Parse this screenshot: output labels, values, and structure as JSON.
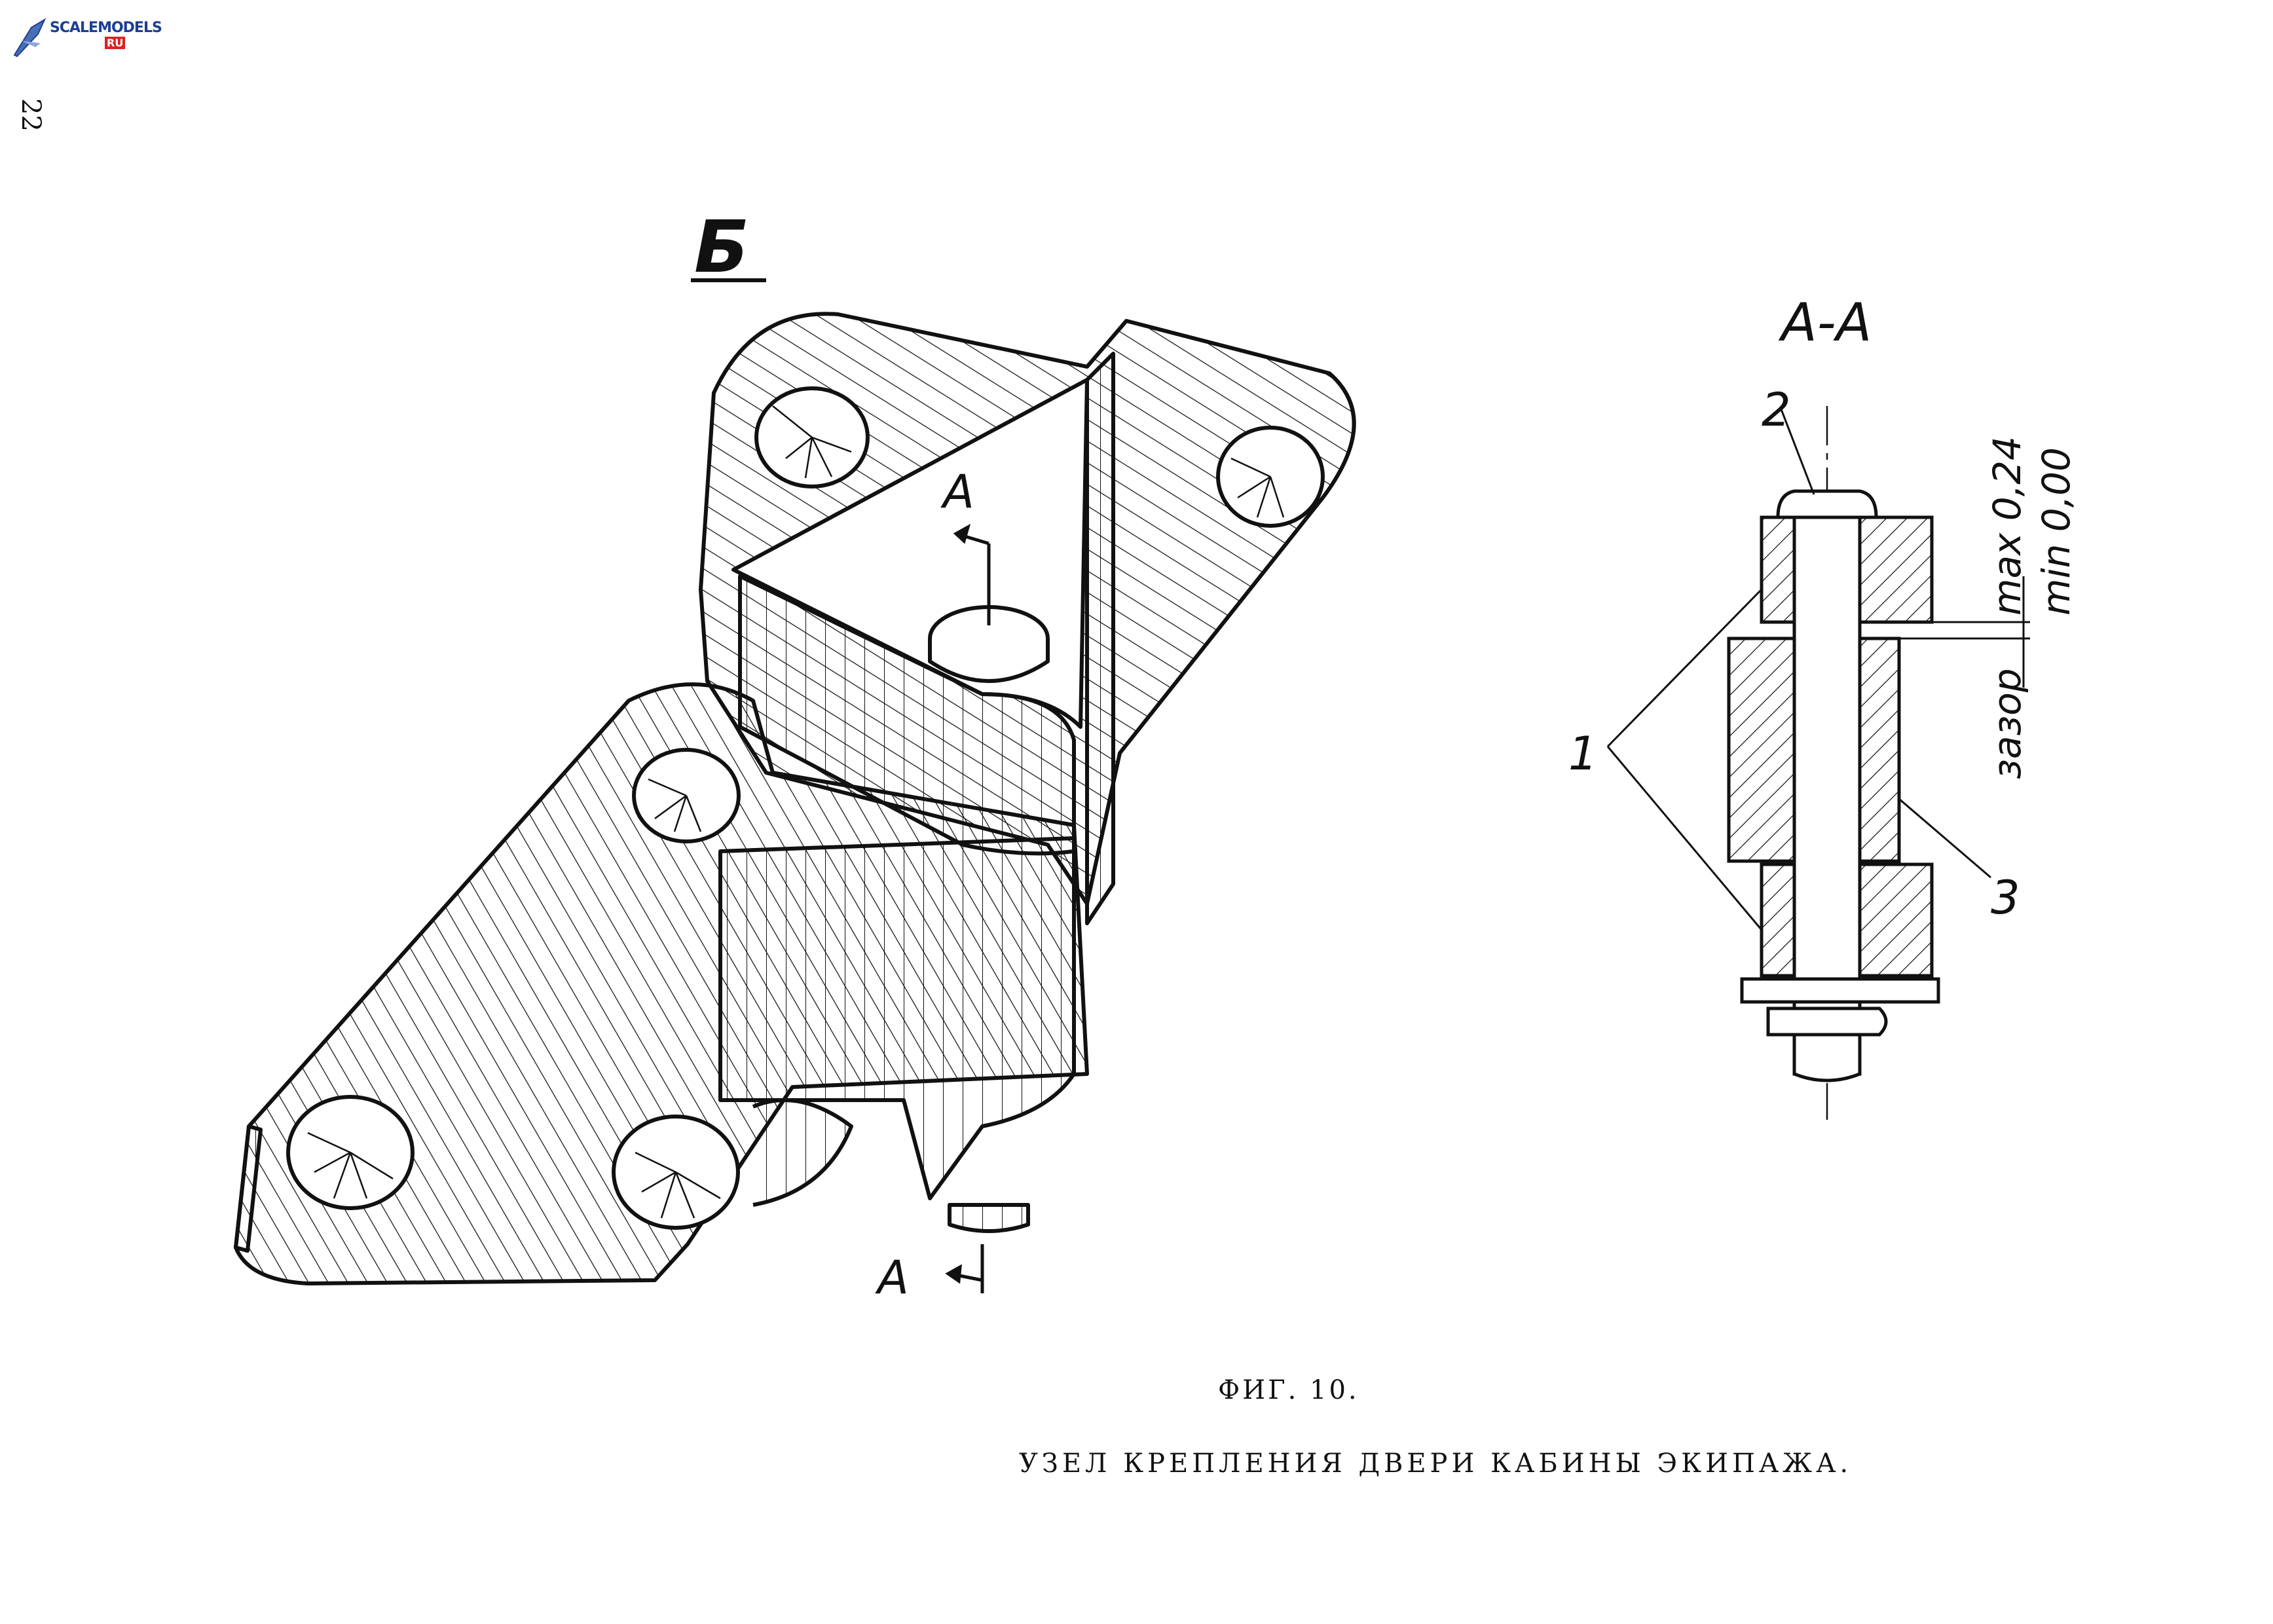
{
  "site_logo": {
    "text": "SCALEMODELS",
    "suffix": "RU"
  },
  "page_number": "22",
  "view_b_label": "Б",
  "section_label": "А-А",
  "section_arrow_label": "А",
  "callouts": {
    "one": "1",
    "two": "2",
    "three": "3"
  },
  "gap": {
    "label": "зазор",
    "max": "max 0,24",
    "min": "min 0,00"
  },
  "figure_number": "ФИГ. 10.",
  "figure_title": "УЗЕЛ КРЕПЛЕНИЯ ДВЕРИ КАБИНЫ ЭКИПАЖА."
}
